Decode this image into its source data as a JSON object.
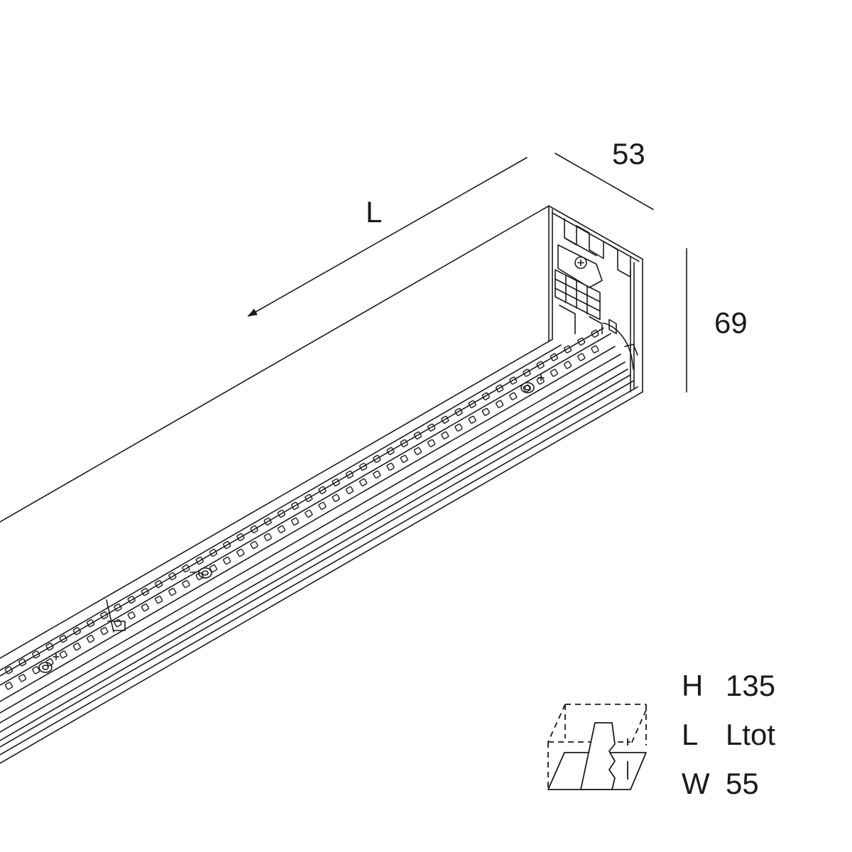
{
  "dimensions": {
    "width": "53",
    "length": "L",
    "height": "69"
  },
  "specs": [
    {
      "key": "H",
      "value": "135"
    },
    {
      "key": "L",
      "value": "Ltot"
    },
    {
      "key": "W",
      "value": "55"
    }
  ],
  "colors": {
    "line": "#1a1a1a",
    "background": "#ffffff"
  },
  "icons": {
    "installation": "recessed-installation-icon"
  }
}
